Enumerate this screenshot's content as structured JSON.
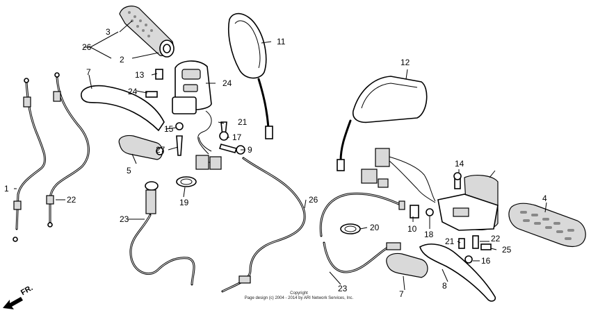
{
  "callouts": [
    "1",
    "2",
    "3",
    "4",
    "5",
    "7",
    "7",
    "8",
    "9",
    "10",
    "11",
    "12",
    "13",
    "14",
    "15",
    "16",
    "17",
    "18",
    "19",
    "20",
    "21",
    "21",
    "22",
    "22",
    "23",
    "23",
    "24",
    "24",
    "25",
    "26",
    "26",
    "27"
  ],
  "fr_label": "FR.",
  "copyright": {
    "line1": "Copyright",
    "line2": "Page design (c) 2004 - 2014 by ARI Network Services, Inc."
  },
  "colors": {
    "ink": "#000000",
    "background": "#ffffff",
    "shade": "#d9d9d9"
  }
}
